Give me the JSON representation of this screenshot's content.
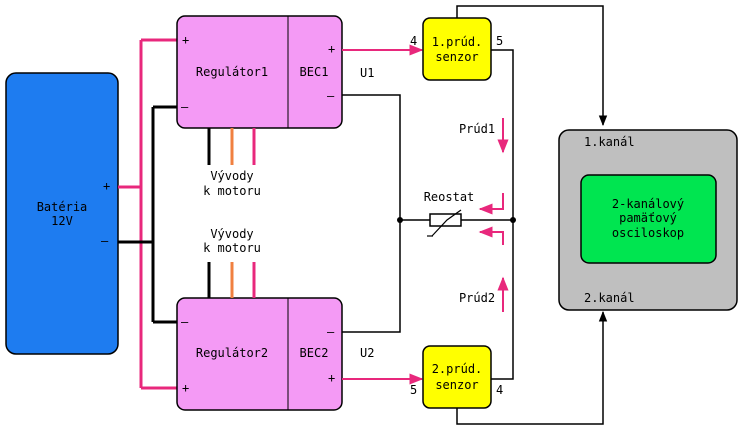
{
  "colors": {
    "battery": "#1e7cf0",
    "regulator": "#f49af5",
    "sensor": "#ffff00",
    "scope_outer": "#bfbfbf",
    "scope_screen": "#00e550",
    "wire_positive": "#e8287c",
    "wire_negative": "#000000",
    "wire_motor_mid": "#f08040",
    "wire_signal": "#000000"
  },
  "battery": {
    "label_line1": "Batéria",
    "label_line2": "12V",
    "plus": "+",
    "minus": "–"
  },
  "regulator1": {
    "label": "Regulátor1",
    "bec_label": "BEC1",
    "in_plus": "+",
    "in_minus": "–",
    "out_plus": "+",
    "out_minus": "–"
  },
  "regulator2": {
    "label": "Regulátor2",
    "bec_label": "BEC2",
    "in_plus": "+",
    "in_minus": "–",
    "out_plus": "+",
    "out_minus": "–"
  },
  "motor_leads_top": {
    "line1": "Vývody",
    "line2": "k motoru"
  },
  "motor_leads_bottom": {
    "line1": "Vývody",
    "line2": "k motoru"
  },
  "u1_label": "U1",
  "u2_label": "U2",
  "sensor1": {
    "line1": "1.prúd.",
    "line2": "senzor",
    "pin_in": "4",
    "pin_out": "5"
  },
  "sensor2": {
    "line1": "2.prúd.",
    "line2": "senzor",
    "pin_in": "5",
    "pin_out": "4"
  },
  "rheostat_label": "Reostat",
  "current1_label": "Prúd1",
  "current2_label": "Prúd2",
  "oscilloscope": {
    "channel1": "1.kanál",
    "channel2": "2.kanál",
    "line1": "2-kanálový",
    "line2": "pamäťový",
    "line3": "osciloskop"
  }
}
